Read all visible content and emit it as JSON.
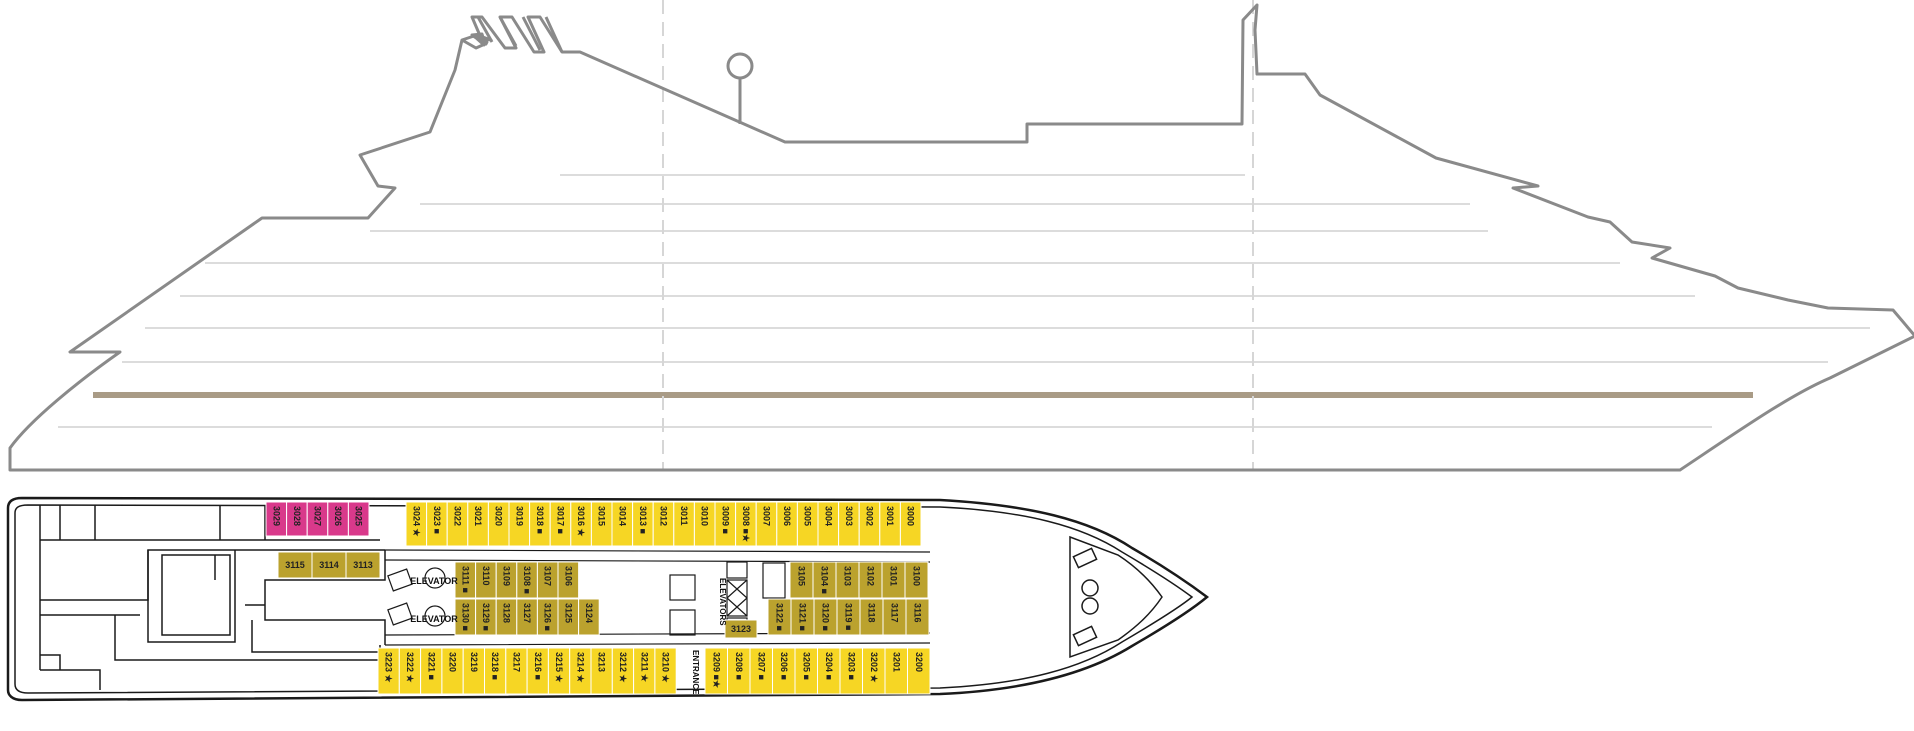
{
  "colors": {
    "outline": "#8a8a8a",
    "deck_line": "#dcdcdc",
    "waterline": "#a99b86",
    "cabin_yellow": "#f6d624",
    "cabin_olive": "#bba22e",
    "cabin_pink": "#d9398b",
    "plan_outline": "#1a1a1a"
  },
  "labels": {
    "elevator_upper": "ELEVATOR",
    "elevator_lower": "ELEVATOR",
    "elevators": "ELEVATORS",
    "entrance": "ENTRANCE"
  },
  "cabins": {
    "port_pink": [
      "3029",
      "3028",
      "3027",
      "3026",
      "3025"
    ],
    "port_yellow": [
      "3024 ★",
      "3023 ■",
      "3022",
      "3021",
      "3020",
      "3019",
      "3018 ■",
      "3017 ■",
      "3016 ★",
      "3015",
      "3014",
      "3013 ■",
      "3012",
      "3011",
      "3010",
      "3009 ■",
      "3008 ■★",
      "3007",
      "3006",
      "3005",
      "3004",
      "3003",
      "3002",
      "3001",
      "3000"
    ],
    "inner_aft_row": [
      "3115",
      "3114",
      "3113"
    ],
    "inner_top_a": [
      "3111 ■",
      "3110",
      "3109",
      "3108 ■",
      "3107",
      "3106"
    ],
    "inner_bottom_a": [
      "3130 ■",
      "3129 ■",
      "3128",
      "3127",
      "3126 ■",
      "3125",
      "3124"
    ],
    "inner_top_b": [
      "3105",
      "3104 ■",
      "3103",
      "3102",
      "3101",
      "3100"
    ],
    "inner_bottom_b": [
      "3122 ■",
      "3121 ■",
      "3120 ■",
      "3119 ■",
      "3118",
      "3117",
      "3116"
    ],
    "inner_single": "3123",
    "starboard_aft": [
      "3223 ★",
      "3222 ★",
      "3221 ■",
      "3220",
      "3219",
      "3218 ■",
      "3217",
      "3216 ■",
      "3215 ★",
      "3214 ★",
      "3213",
      "3212 ★",
      "3211 ★",
      "3210 ★"
    ],
    "starboard_fwd": [
      "3209 ■★",
      "3208 ■",
      "3207 ■",
      "3206 ■",
      "3205 ■",
      "3204 ■",
      "3203 ■",
      "3202 ★",
      "3201",
      "3200"
    ]
  }
}
